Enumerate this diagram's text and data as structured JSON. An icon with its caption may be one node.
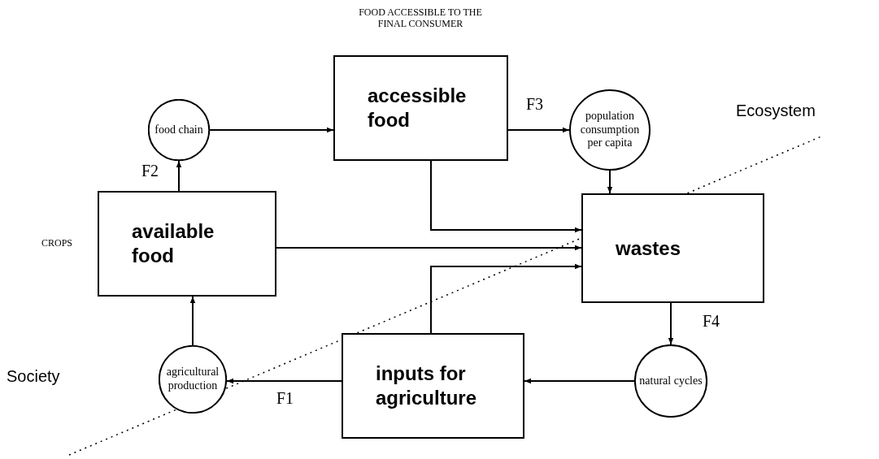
{
  "diagram": {
    "nodes": [
      {
        "text": [
          "food chain"
        ]
      },
      {
        "text": [
          "accessible food"
        ],
        "beside": [
          "FOOD ACCESSIBLE TO THE FINAL CONSUMER"
        ]
      },
      {
        "text": [
          "population consumption per capita"
        ]
      },
      {
        "text": [
          "available food"
        ],
        "beside": [
          "CROPS"
        ]
      },
      {
        "text": [
          "wastes"
        ]
      },
      {
        "text": [
          "agricultural production"
        ]
      },
      {
        "text": [
          "inputs for agriculture"
        ]
      },
      {
        "text": [
          "natural cycles"
        ]
      }
    ],
    "edges": [
      {
        "from": 0,
        "to": 1,
        "arrow": "to"
      },
      {
        "from": 1,
        "to": 2,
        "arrow": "to",
        "label": "F3"
      },
      {
        "from": 3,
        "to": 0,
        "arrow": "to",
        "label": "F2"
      },
      {
        "from": 1,
        "to": 4,
        "arrow": "to"
      },
      {
        "from": 3,
        "to": 4,
        "arrow": "to"
      },
      {
        "from": 6,
        "to": 4,
        "arrow": "to"
      },
      {
        "from": 2,
        "to": 4,
        "arrow": "to"
      },
      {
        "from": 4,
        "to": 7,
        "arrow": "to",
        "label": "F4"
      },
      {
        "from": 7,
        "to": 6,
        "arrow": "to"
      },
      {
        "from": 6,
        "to": 5,
        "arrow": "to",
        "label": "F1"
      },
      {
        "from": 5,
        "to": 3,
        "arrow": "to"
      }
    ],
    "labels": [
      "Ecosystem",
      "Society"
    ]
  }
}
